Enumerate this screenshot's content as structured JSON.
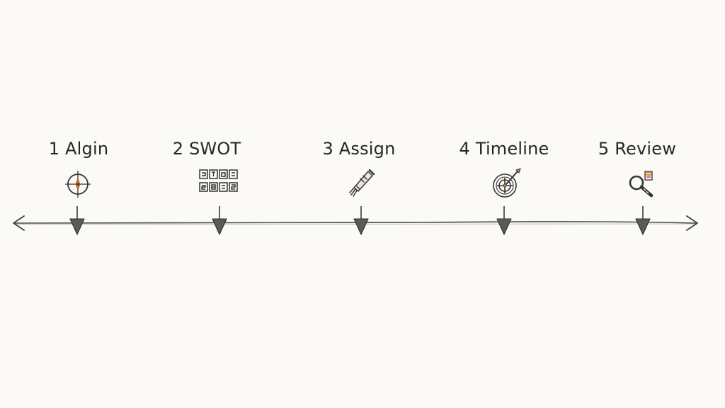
{
  "timeline": {
    "steps": [
      {
        "label": "1 Algin",
        "icon": "compass-icon"
      },
      {
        "label": "2 SWOT",
        "icon": "swot-grid-icon"
      },
      {
        "label": "3 Assign",
        "icon": "brush-icon"
      },
      {
        "label": "4 Timeline",
        "icon": "target-clock-icon"
      },
      {
        "label": "5 Review",
        "icon": "magnifier-icon"
      }
    ],
    "colors": {
      "ink": "#3a3a3a",
      "accent": "#d9822b",
      "background": "#fbfaf7"
    }
  }
}
